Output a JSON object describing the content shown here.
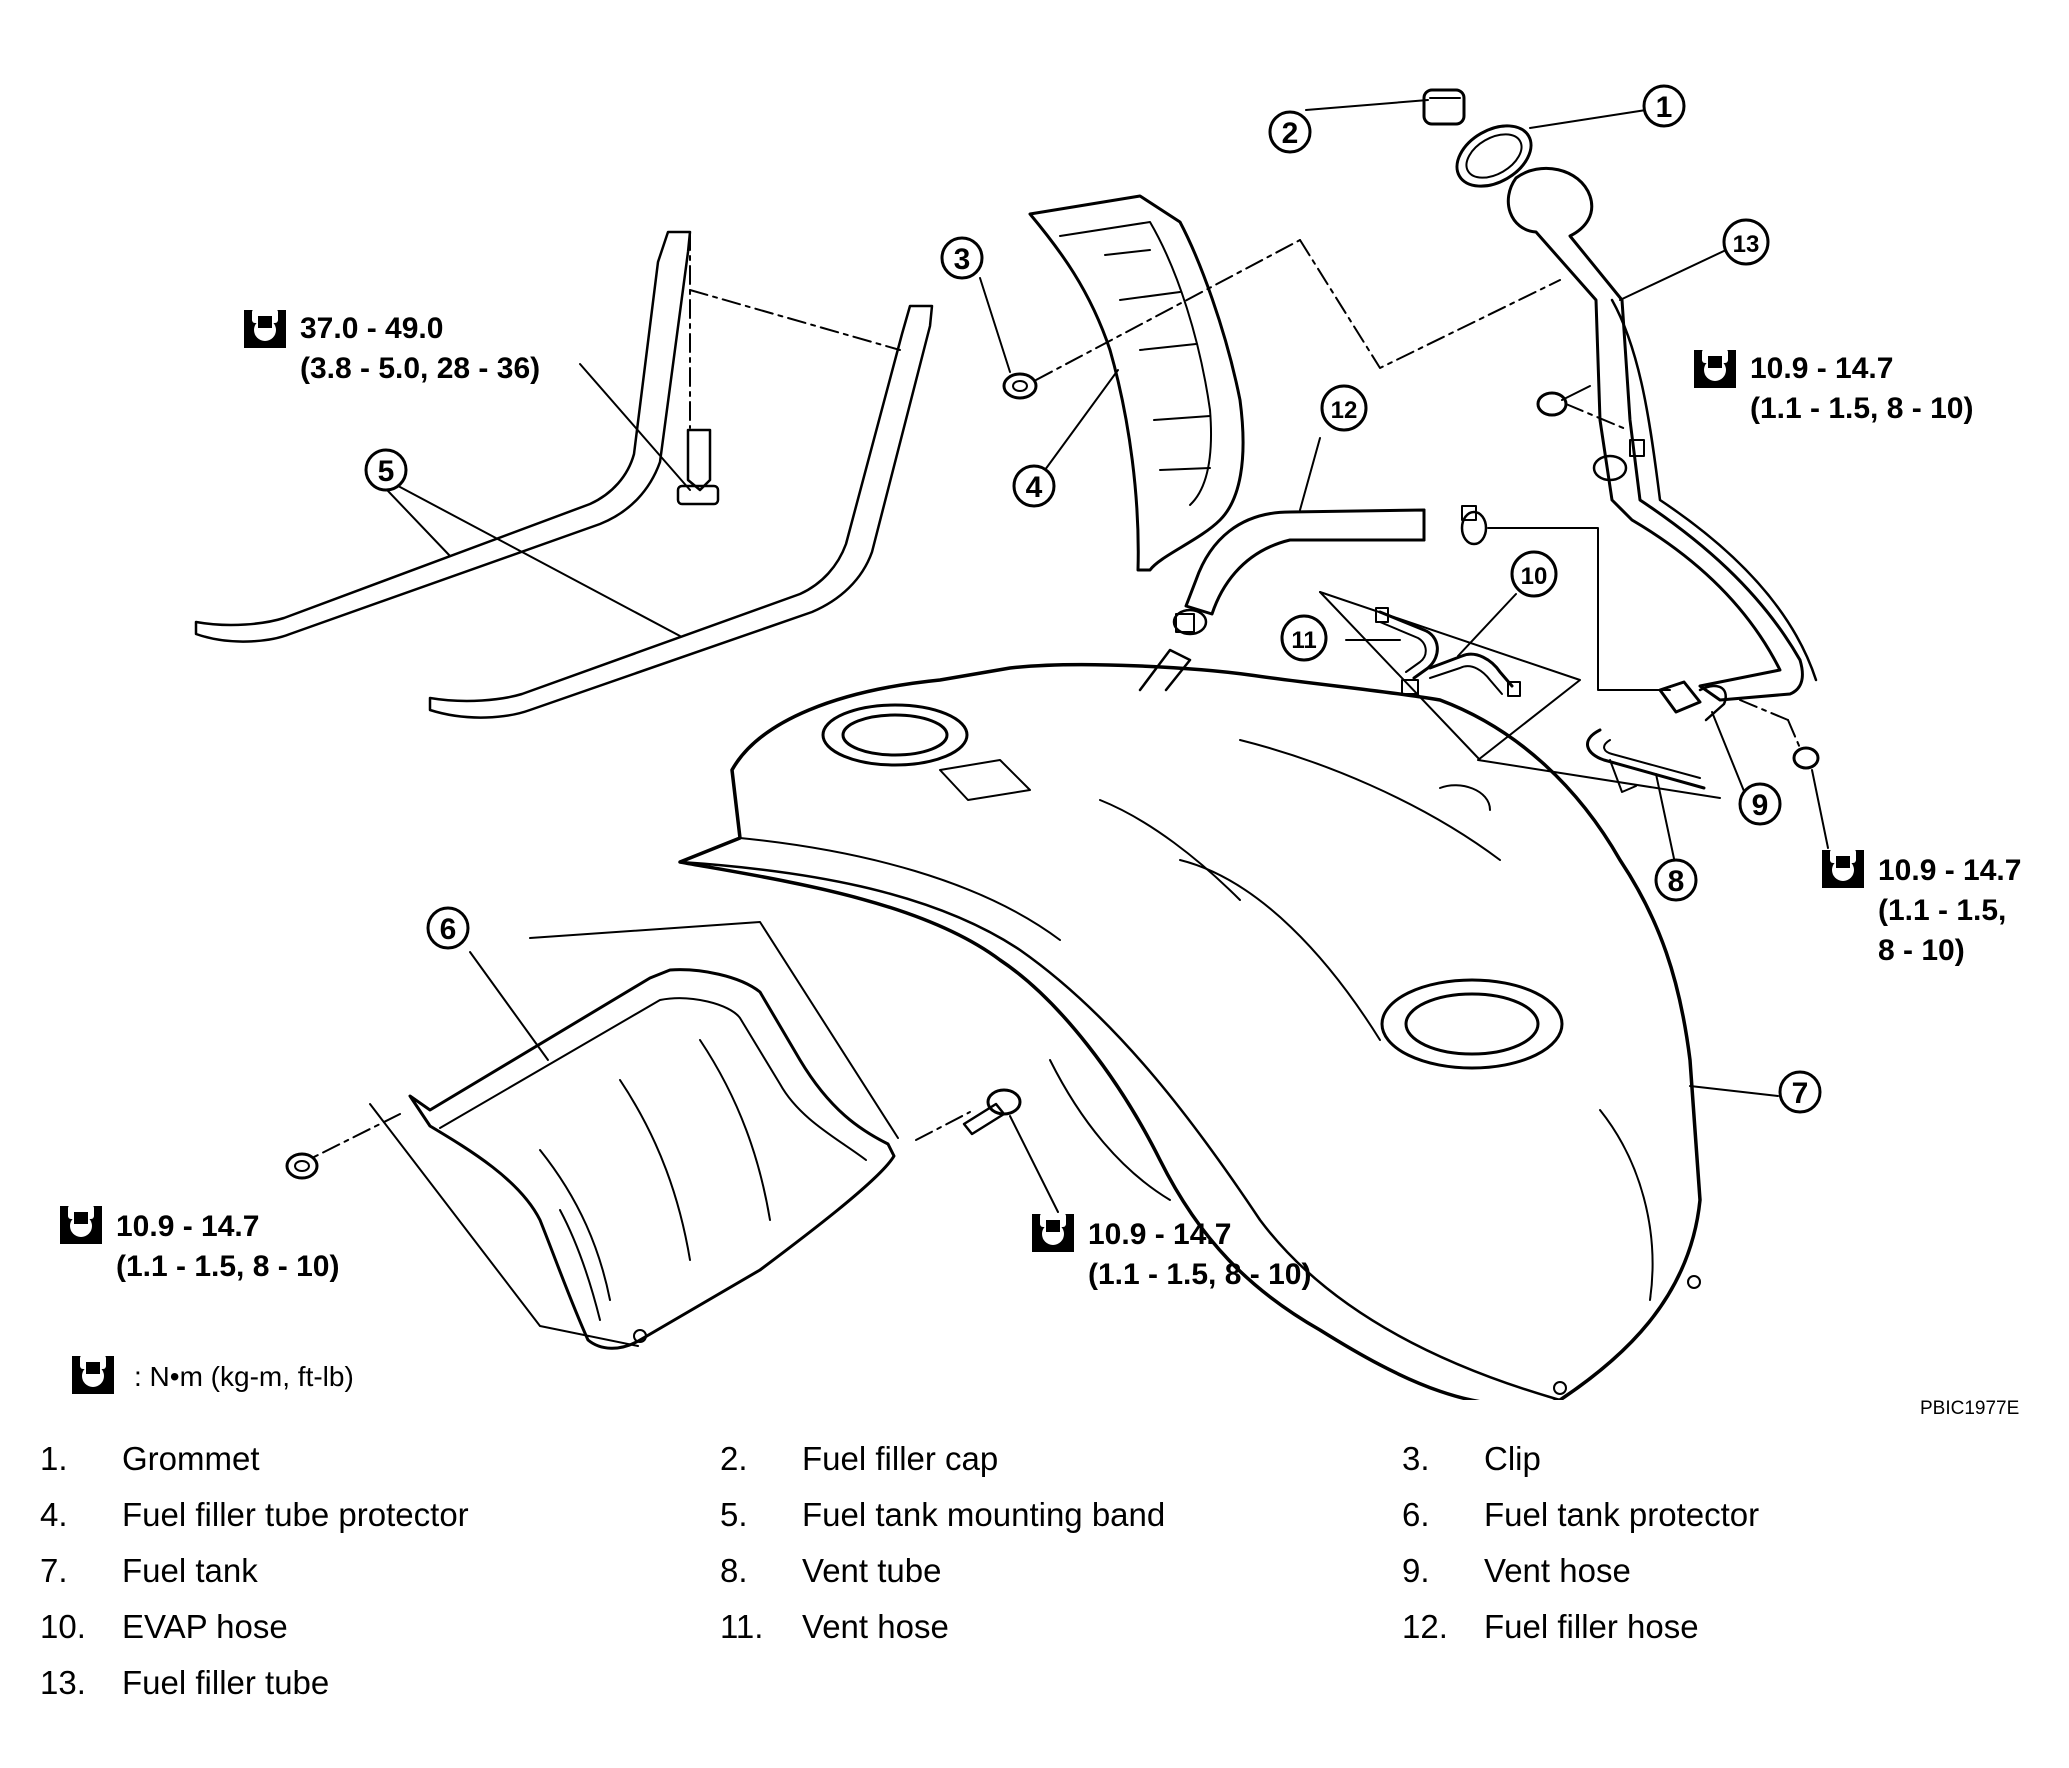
{
  "callouts": [
    "1",
    "2",
    "3",
    "4",
    "5",
    "6",
    "7",
    "8",
    "9",
    "10",
    "11",
    "12",
    "13"
  ],
  "torque_specs": {
    "band_bolt": [
      "37.0 - 49.0",
      "(3.8 - 5.0, 28 - 36)"
    ],
    "filler_tube_nut": [
      "10.9 - 14.7",
      "(1.1 - 1.5, 8 - 10)"
    ],
    "vent_nut": [
      "10.9 - 14.7",
      "(1.1 - 1.5,",
      "8 - 10)"
    ],
    "protector_nut": [
      "10.9 - 14.7",
      "(1.1 - 1.5, 8 - 10)"
    ],
    "protector_bolt": [
      "10.9 - 14.7",
      "(1.1 - 1.5, 8 - 10)"
    ]
  },
  "unit_key": ":  N•m  (kg-m,  ft-lb)",
  "doc_code": "PBIC1977E",
  "legend": [
    {
      "num": "1.",
      "label": "Grommet"
    },
    {
      "num": "2.",
      "label": "Fuel filler cap"
    },
    {
      "num": "3.",
      "label": "Clip"
    },
    {
      "num": "4.",
      "label": "Fuel filler tube protector"
    },
    {
      "num": "5.",
      "label": "Fuel tank mounting band"
    },
    {
      "num": "6.",
      "label": "Fuel tank protector"
    },
    {
      "num": "7.",
      "label": "Fuel tank"
    },
    {
      "num": "8.",
      "label": "Vent tube"
    },
    {
      "num": "9.",
      "label": "Vent hose"
    },
    {
      "num": "10.",
      "label": "EVAP hose"
    },
    {
      "num": "11.",
      "label": "Vent hose"
    },
    {
      "num": "12.",
      "label": "Fuel filler hose"
    },
    {
      "num": "13.",
      "label": "Fuel filler tube"
    }
  ]
}
